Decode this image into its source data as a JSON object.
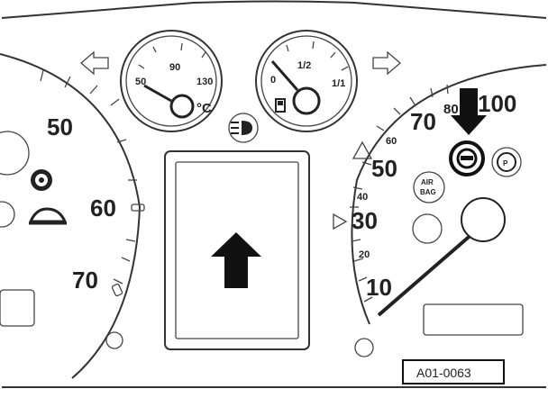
{
  "left_dial": {
    "labels": [
      "50",
      "60",
      "70"
    ]
  },
  "temp_gauge": {
    "labels": [
      "50",
      "90",
      "130"
    ],
    "unit": "°C"
  },
  "fuel_gauge": {
    "labels": [
      "0",
      "1/2",
      "1/1"
    ]
  },
  "right_dial": {
    "outer_labels": [
      "70",
      "80",
      "100"
    ],
    "inner_labels": [
      "10",
      "20",
      "30",
      "40",
      "50",
      "60"
    ],
    "airbag_text_1": "AIR",
    "airbag_text_2": "BAG"
  },
  "figure_id": "A01-0063",
  "icons": {
    "turn_left": "left-turn-arrow-icon",
    "turn_right": "right-turn-arrow-icon",
    "highlight": "black-arrow-icon",
    "display_arrow": "up-arrow-icon"
  }
}
